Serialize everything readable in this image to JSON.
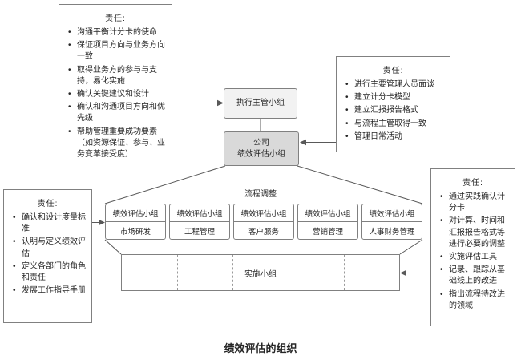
{
  "title": "绩效评估的组织",
  "responsibility_boxes": {
    "top_left": {
      "heading": "责任:",
      "items": [
        "沟通平衡计分卡的使命",
        "保证项目方向与业务方向一致",
        "取得业务方的参与与支持，易化实施",
        "确认关键建议和设计",
        "确认和沟通项目方向和优先级",
        "帮助管理重要成功要素（如资源保证、参与、业务变革接受度）"
      ]
    },
    "top_right": {
      "heading": "责任:",
      "items": [
        "进行主要管理人员面谈",
        "建立计分卡模型",
        "建立汇报报告格式",
        "与流程主管取得一致",
        "管理日常活动"
      ]
    },
    "mid_left": {
      "heading": "责任:",
      "items": [
        "确认和设计度量标准",
        "认明与定义绩效评估",
        "定义各部门的角色和责任",
        "发展工作指导手册"
      ]
    },
    "mid_right": {
      "heading": "责任:",
      "items": [
        "通过实践确认计分卡",
        "对计算、时间和汇报报告格式等进行必要的调整",
        "实施评估工具",
        "记录、跟踪从基础线上的改进",
        "指出流程待改进的领域"
      ]
    }
  },
  "nodes": {
    "executive_group": "执行主管小组",
    "company_group_line1": "公司",
    "company_group_line2": "绩效评估小组",
    "process_adjust_label": "流程调整",
    "implementation_group": "实施小组"
  },
  "teams": [
    {
      "group": "绩效评估小组",
      "department": "市场研发"
    },
    {
      "group": "绩效评估小组",
      "department": "工程管理"
    },
    {
      "group": "绩效评估小组",
      "department": "客户服务"
    },
    {
      "group": "绩效评估小组",
      "department": "营销管理"
    },
    {
      "group": "绩效评估小组",
      "department": "人事财务管理"
    }
  ],
  "colors": {
    "box_fill_light": "#f2f2f2",
    "box_fill_gray": "#d9d9d9",
    "box_border": "#808080",
    "connector": "#595959"
  }
}
